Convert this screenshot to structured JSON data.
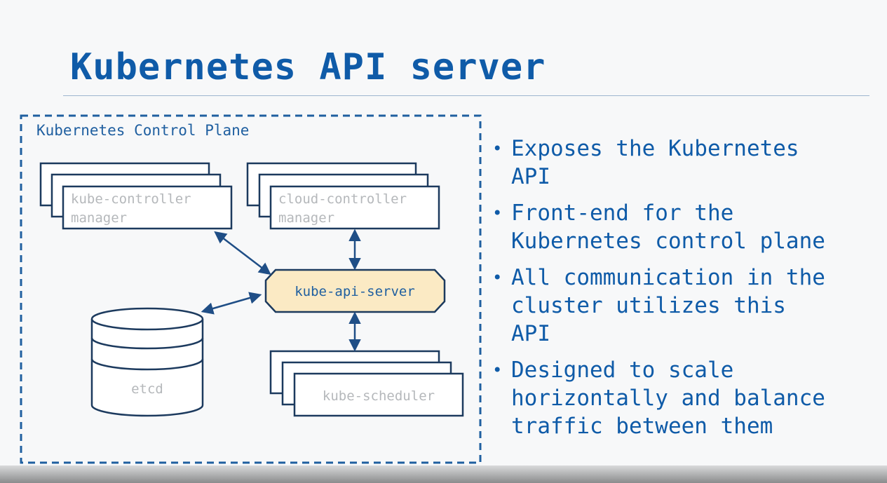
{
  "title": "Kubernetes API server",
  "diagram": {
    "frame_label": "Kubernetes Control Plane",
    "kube_controller_manager": [
      "kube-controller",
      "manager"
    ],
    "cloud_controller_manager": [
      "cloud-controller",
      "manager"
    ],
    "api_server": "kube-api-server",
    "etcd": "etcd",
    "scheduler": "kube-scheduler"
  },
  "bullets": [
    [
      "Exposes the Kubernetes",
      "API"
    ],
    [
      "Front-end for the",
      "Kubernetes control plane"
    ],
    [
      "All communication in the",
      "cluster utilizes this",
      "API"
    ],
    [
      "Designed to scale",
      "horizontally and balance",
      "traffic between them"
    ]
  ],
  "colors": {
    "title": "#0f5ba8",
    "frame": "#1f5fa0",
    "box_stroke": "#1c3a5e",
    "api_fill": "#fbeac4",
    "grey_text": "#b5b8bb"
  }
}
